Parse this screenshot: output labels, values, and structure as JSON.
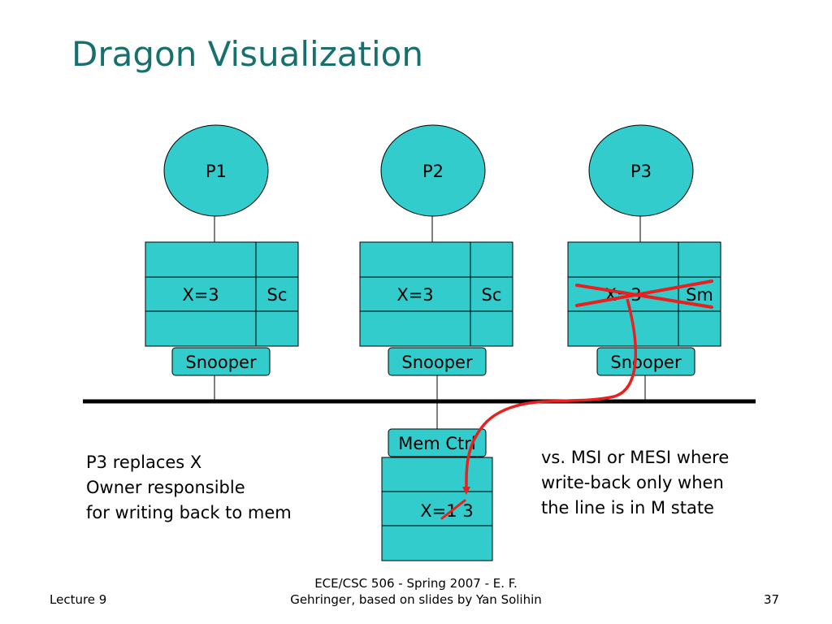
{
  "slide": {
    "title": "Dragon Visualization",
    "colors": {
      "title": "#17706e",
      "fill": "#33cccc",
      "line": "#000000",
      "strike": "#e8201f"
    }
  },
  "processors": [
    {
      "name": "P1",
      "value": "X=3",
      "state": "Sc",
      "snooper": "Snooper"
    },
    {
      "name": "P2",
      "value": "X=3",
      "state": "Sc",
      "snooper": "Snooper"
    },
    {
      "name": "P3",
      "value": "X=3",
      "state": "Sm",
      "snooper": "Snooper"
    }
  ],
  "memory": {
    "controller": "Mem Ctrl",
    "value": "X=1 3"
  },
  "notes": {
    "left": [
      "P3 replaces X",
      "Owner responsible",
      "for writing back to mem"
    ],
    "right": [
      "vs. MSI or MESI where",
      "write-back only when",
      "the line is in M state"
    ]
  },
  "footer": {
    "left": "Lecture 9",
    "center": [
      "ECE/CSC 506 - Spring 2007 - E. F.",
      "Gehringer, based on slides by Yan Solihin"
    ],
    "page": "37"
  }
}
